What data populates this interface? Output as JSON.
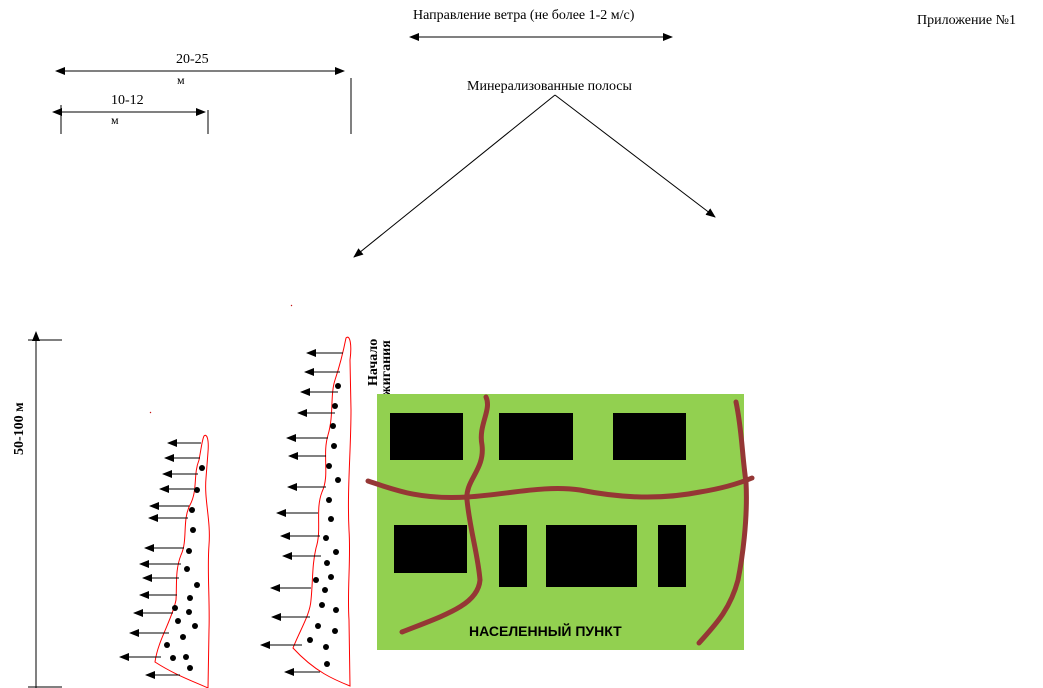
{
  "appendix_label": "Приложение №1",
  "wind_direction": "Направление ветра (не более 1-2 м/с)",
  "mineralized_strips": "Минерализованные  полосы",
  "dim_outer": {
    "value": "20-25",
    "unit": "м"
  },
  "dim_inner": {
    "value": "10-12",
    "unit": "м"
  },
  "dim_height": "50-100 м",
  "burn_start": {
    "line1": "Начало",
    "line2": "выжигания"
  },
  "settlement": "НАСЕЛЕННЫЙ ПУНКТ",
  "colors": {
    "settlement_fill": "#92d050",
    "roads": "#953735",
    "buildings": "#000000",
    "strip_outline": "#ff0000"
  },
  "icons": [
    "arrow-left-icon",
    "ember-dot-icon"
  ]
}
